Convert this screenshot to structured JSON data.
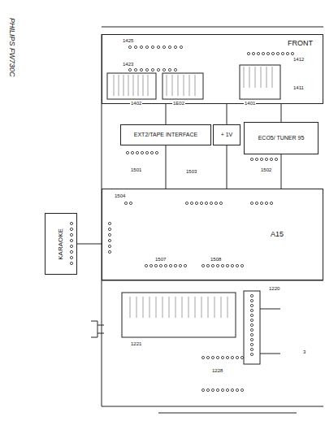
{
  "diagram": {
    "title": "PHILIPS FW730C",
    "nodes": [
      {
        "text": [
          "FRONT"
        ]
      },
      {
        "text": [
          "EXT2/TAPE INTERFACE"
        ]
      },
      {
        "text": [
          "+ 1V"
        ]
      },
      {
        "text": [
          "ECO5/ TUNER 95"
        ]
      },
      {
        "text": [
          "A15"
        ]
      },
      {
        "text": [
          "KARAOKE"
        ]
      }
    ],
    "edges": [
      {
        "from": 0,
        "to": 1,
        "arrow": "none"
      },
      {
        "from": 0,
        "to": 2,
        "arrow": "none"
      },
      {
        "from": 0,
        "to": 3,
        "arrow": "none"
      },
      {
        "from": 1,
        "to": 4,
        "arrow": "none"
      },
      {
        "from": 2,
        "to": 4,
        "arrow": "none"
      },
      {
        "from": 3,
        "to": 4,
        "arrow": "none"
      },
      {
        "from": 5,
        "to": 4,
        "arrow": "none"
      }
    ],
    "labels": [
      "1425",
      "1423",
      "1402",
      "1E02",
      "1401",
      "1412",
      "1411",
      "1501",
      "1503",
      "1502",
      "1504",
      "1507",
      "1508",
      "1221",
      "1228",
      "1220",
      "3"
    ]
  }
}
